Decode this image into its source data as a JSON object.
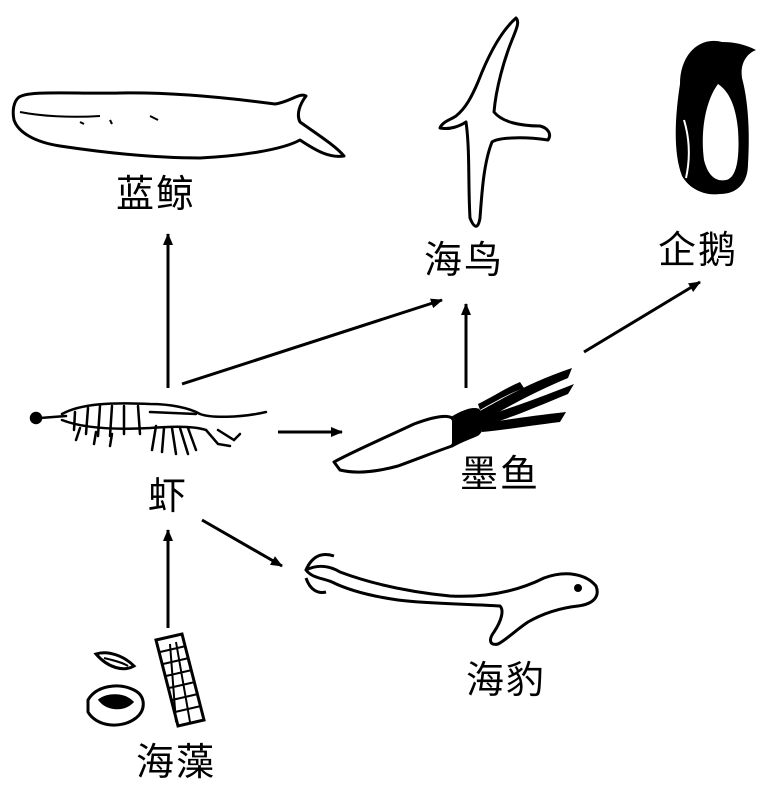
{
  "colors": {
    "ink": "#000000",
    "paper": "#ffffff"
  },
  "nodes": {
    "blue_whale": "蓝鲸",
    "seabird": "海鸟",
    "penguin": "企鹅",
    "shrimp": "虾",
    "squid": "墨鱼",
    "seal": "海豹",
    "seaweed": "海藻"
  },
  "edges": [
    {
      "from": "seaweed",
      "to": "shrimp"
    },
    {
      "from": "shrimp",
      "to": "blue_whale"
    },
    {
      "from": "shrimp",
      "to": "seabird"
    },
    {
      "from": "shrimp",
      "to": "squid"
    },
    {
      "from": "shrimp",
      "to": "seal"
    },
    {
      "from": "squid",
      "to": "seabird"
    },
    {
      "from": "squid",
      "to": "penguin"
    }
  ]
}
